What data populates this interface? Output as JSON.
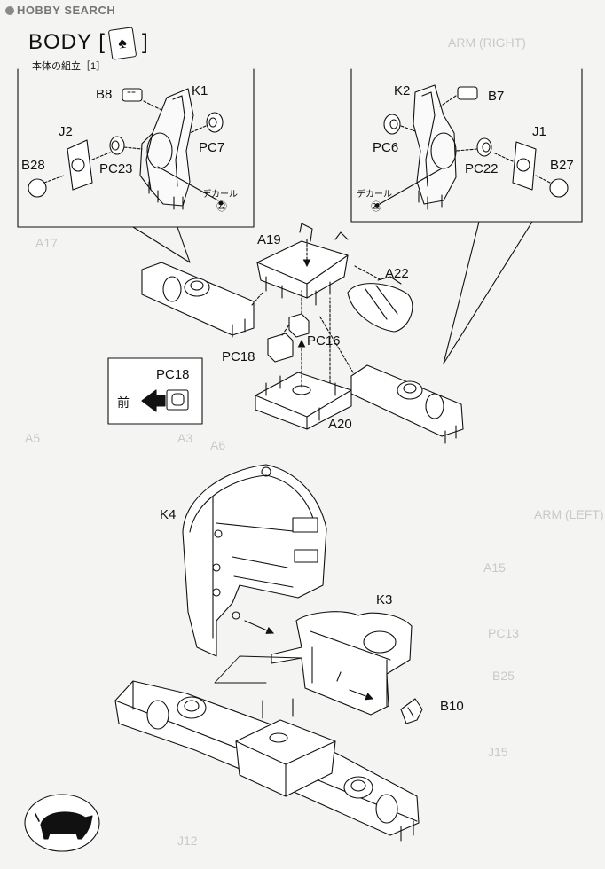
{
  "watermark": "HOBBY SEARCH",
  "header": {
    "title": "BODY [",
    "title_close": "]",
    "card_symbol": "♠",
    "subtitle": "本体の組立［1］"
  },
  "labels": {
    "b8": "B8",
    "k1": "K1",
    "j2": "J2",
    "pc7": "PC7",
    "b28": "B28",
    "pc23": "PC23",
    "decal_left": "デカール",
    "decal_left_num": "㉒",
    "k2": "K2",
    "b7": "B7",
    "pc6": "PC6",
    "j1": "J1",
    "pc22": "PC22",
    "b27": "B27",
    "decal_right": "デカール",
    "decal_right_num": "㉒",
    "a19": "A19",
    "a22": "A22",
    "pc16": "PC16",
    "pc18": "PC18",
    "a20": "A20",
    "legend_part": "PC18",
    "legend_front": "前",
    "k4": "K4",
    "k3": "K3",
    "b10": "B10"
  },
  "ghost_text": {
    "right_top": "ARM (RIGHT)",
    "arm_left": "ARM (LEFT)",
    "a17": "A17",
    "a5": "A5",
    "a3": "A3",
    "a6": "A6",
    "a15": "A15",
    "pc13": "PC13",
    "b25": "B25",
    "j15": "J15",
    "j12": "J12"
  },
  "icons": {
    "card": "spade-card-icon",
    "pig": "pig-icon",
    "arrow": "front-arrow-icon"
  }
}
